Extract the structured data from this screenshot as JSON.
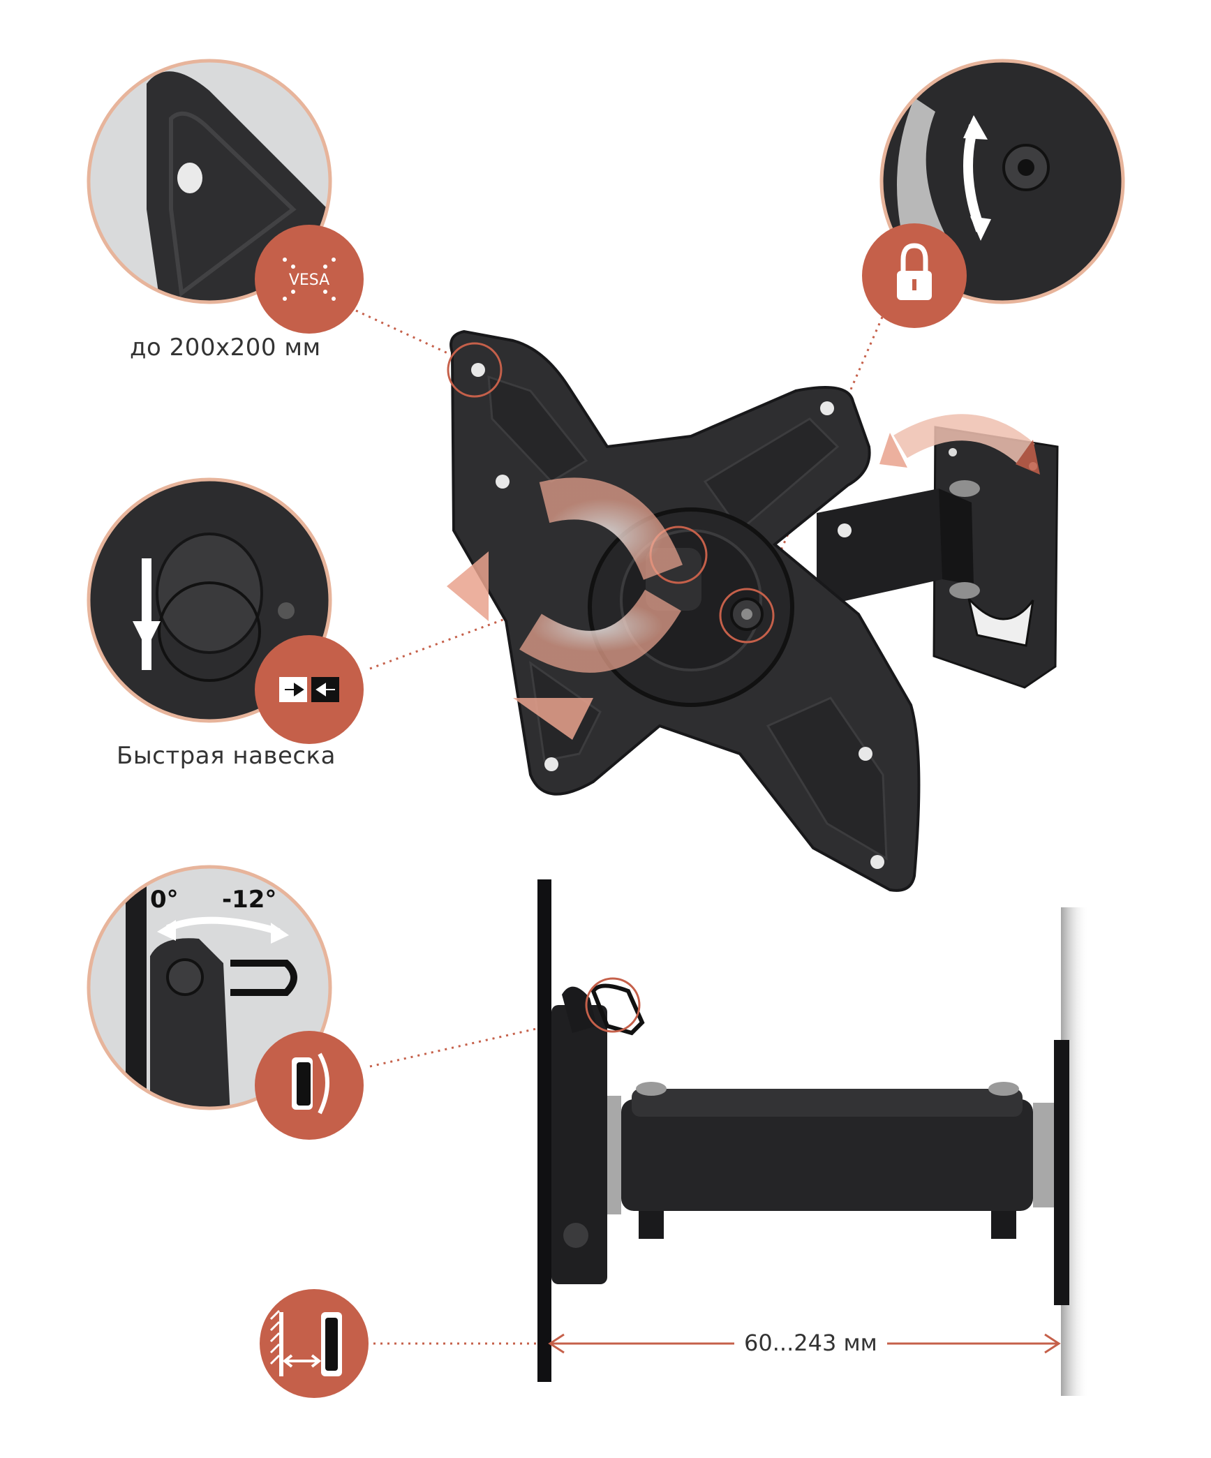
{
  "colors": {
    "accent": "#c5604a",
    "ring": "#e7b49b",
    "metal": "#2c2c2e",
    "metal_light": "#3a3a3c",
    "callout_bg": "#d9dadb"
  },
  "callouts": {
    "vesa": {
      "badge_text": "VESA",
      "caption": "до 200x200 мм",
      "icon": "vesa-icon"
    },
    "lock": {
      "icon": "lock-icon"
    },
    "quick_mount": {
      "caption": "Быстрая навеска",
      "icon": "quick-mount-arrows-icon"
    },
    "tilt": {
      "angle_start": "0°",
      "angle_end": "-12°",
      "icon": "tilt-icon"
    },
    "wall_distance": {
      "icon": "wall-distance-icon"
    }
  },
  "dimension": {
    "label": "60...243 мм"
  }
}
